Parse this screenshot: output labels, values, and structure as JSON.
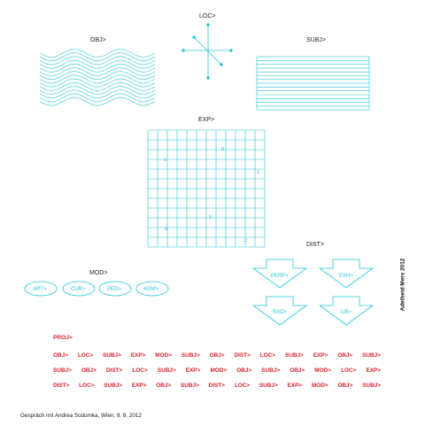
{
  "labels": {
    "loc": "LOC>",
    "obj": "OBJ>",
    "subj": "SUBJ>",
    "exp": "EXP>",
    "mod": "MOD>",
    "dist": "DIST>"
  },
  "exp_grid_letters": [
    "b",
    "x",
    "z",
    "y",
    "a",
    "c"
  ],
  "mod_items": [
    "ART>",
    "CUR>",
    "PED>",
    "ADM>"
  ],
  "dist_arrows": [
    "PERF>",
    "EXH>",
    "RAD>",
    "UB>"
  ],
  "proj": {
    "title": "PROJ>",
    "rows": [
      [
        "OBJ>",
        "LOC>",
        "SUBJ>",
        "EXP>",
        "MOD>",
        "SUBJ>",
        "OBJ>",
        "DIST>",
        "LOC>",
        "SUBJ>",
        "EXP>",
        "OBJ>",
        "SUBJ>"
      ],
      [
        "SUBJ>",
        "OBJ>",
        "DIST>",
        "LOC>",
        "SUBJ>",
        "EXP>",
        "MOD>",
        "OBJ>",
        "SUBJ>",
        "OBJ>",
        "MOD>",
        "LOC>",
        "EXP>"
      ],
      [
        "DIST>",
        "LOC>",
        "SUBJ>",
        "EXP>",
        "OBJ>",
        "SUBJ>",
        "DIST>",
        "LOC>",
        "SUBJ>",
        "EXP>",
        "MOD>",
        "OBJ>",
        "SUBJ>"
      ]
    ]
  },
  "footer": "Gespräch mit Andrea Sodomka, Wien, 9. 8. 2012",
  "vertical_text": "Adelheid Mers 2012",
  "colors": {
    "cyan": "#25c6d8",
    "red": "#e0202c"
  }
}
